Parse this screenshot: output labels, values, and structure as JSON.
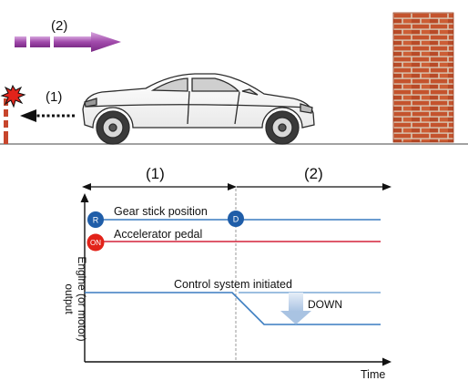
{
  "scene": {
    "label_1": "(1)",
    "label_2": "(2)"
  },
  "timeline": {
    "phase_1": "(1)",
    "phase_2": "(2)",
    "y_axis_label_line1": "Engine (or motor)",
    "y_axis_label_line2": "output",
    "x_axis_label": "Time",
    "gear_label": "Gear stick position",
    "gear_start_badge": "R",
    "gear_end_badge": "D",
    "pedal_label": "Accelerator pedal",
    "pedal_badge": "ON",
    "control_label": "Control system initiated",
    "down_label": "DOWN"
  },
  "colors": {
    "blue_line": "#3a7cc0",
    "red_line": "#d3223a",
    "badge_blue": "#1f5da8",
    "badge_red": "#e2231a",
    "brick": "#c1502b",
    "purple_arrow": "#9c3fa3",
    "down_arrow": "#b9cfe6"
  }
}
